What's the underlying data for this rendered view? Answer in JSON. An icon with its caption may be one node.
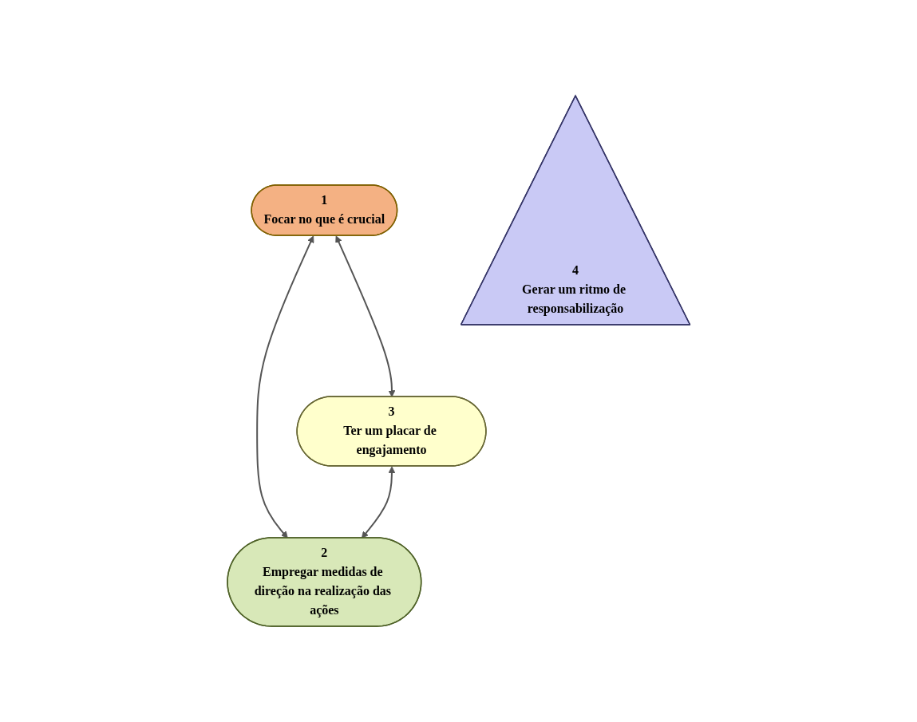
{
  "diagram": {
    "nodes": [
      {
        "text": [
          "1",
          "Focar no que é crucial"
        ]
      },
      {
        "text": [
          "4",
          "Gerar um ritmo de responsabilização"
        ]
      },
      {
        "text": [
          "3",
          "Ter um placar de engajamento"
        ]
      },
      {
        "text": [
          "2",
          "Empregar medidas de direção na realização das ações"
        ]
      }
    ],
    "edges": [
      {
        "from": 0,
        "to": 2,
        "arrow": "both"
      },
      {
        "from": 0,
        "to": 3,
        "arrow": "both"
      },
      {
        "from": 2,
        "to": 3,
        "arrow": "both"
      }
    ]
  }
}
